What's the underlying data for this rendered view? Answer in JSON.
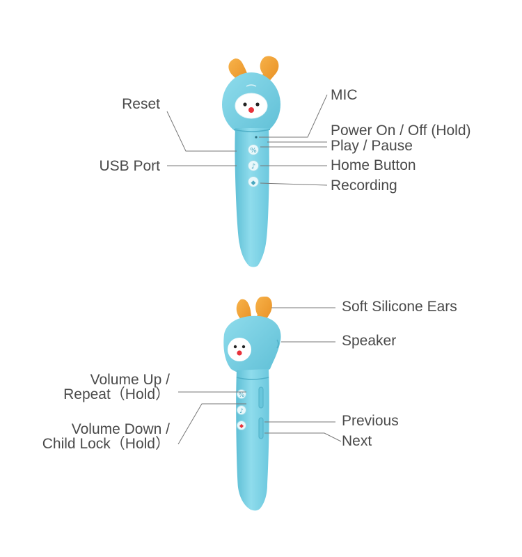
{
  "colors": {
    "body": "#7dd3e6",
    "body_dark": "#5fbfd6",
    "body_light": "#b5ecf6",
    "ears": "#f4a332",
    "ears_dark": "#e08a1e",
    "face": "#ffffff",
    "nose": "#e8313a",
    "line": "#777777",
    "text": "#4a4a4a"
  },
  "top_view": {
    "left_labels": {
      "reset": "Reset",
      "usb_port": "USB Port"
    },
    "right_labels": {
      "mic": "MIC",
      "power": "Power On / Off (Hold)",
      "play_pause": "Play / Pause",
      "home": "Home Button",
      "recording": "Recording"
    },
    "button_icons": [
      "percent-icon",
      "music-note-icon",
      "microphone-icon"
    ]
  },
  "bottom_view": {
    "left_labels": {
      "volume_up_line1": "Volume Up /",
      "volume_up_line2": "Repeat（Hold）",
      "volume_down_line1": "Volume Down /",
      "volume_down_line2": "Child Lock（Hold）"
    },
    "right_labels": {
      "ears": "Soft Silicone Ears",
      "speaker": "Speaker",
      "previous": "Previous",
      "next": "Next"
    },
    "button_icons": [
      "percent-icon",
      "music-note-icon",
      "microphone-icon"
    ]
  }
}
